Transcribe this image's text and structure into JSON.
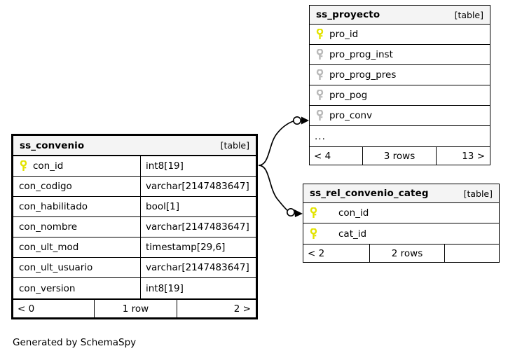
{
  "diagram": {
    "kind_label": "[table]",
    "footer_note": "Generated by SchemaSpy",
    "colors": {
      "primary_key": "#e3e300",
      "foreign_key": "#b8b8b8",
      "header_bg": "#f4f4f4",
      "border": "#000000",
      "background": "#ffffff"
    }
  },
  "tables": {
    "convenio": {
      "name": "ss_convenio",
      "kind": "[table]",
      "columns": [
        {
          "key": "primary",
          "name": "con_id",
          "type": "int8[19]"
        },
        {
          "key": "none",
          "name": "con_codigo",
          "type": "varchar[2147483647]"
        },
        {
          "key": "none",
          "name": "con_habilitado",
          "type": "bool[1]"
        },
        {
          "key": "none",
          "name": "con_nombre",
          "type": "varchar[2147483647]"
        },
        {
          "key": "none",
          "name": "con_ult_mod",
          "type": "timestamp[29,6]"
        },
        {
          "key": "none",
          "name": "con_ult_usuario",
          "type": "varchar[2147483647]"
        },
        {
          "key": "none",
          "name": "con_version",
          "type": "int8[19]"
        }
      ],
      "footer": {
        "left": "< 0",
        "center": "1 row",
        "right": "2 >"
      }
    },
    "proyecto": {
      "name": "ss_proyecto",
      "kind": "[table]",
      "columns": [
        {
          "key": "primary",
          "name": "pro_id",
          "type": ""
        },
        {
          "key": "foreign",
          "name": "pro_prog_inst",
          "type": ""
        },
        {
          "key": "foreign",
          "name": "pro_prog_pres",
          "type": ""
        },
        {
          "key": "foreign",
          "name": "pro_pog",
          "type": ""
        },
        {
          "key": "foreign",
          "name": "pro_conv",
          "type": ""
        }
      ],
      "more_label": "...",
      "footer": {
        "left": "< 4",
        "center": "3 rows",
        "right": "13 >"
      }
    },
    "rel_convenio_categ": {
      "name": "ss_rel_convenio_categ",
      "kind": "[table]",
      "columns": [
        {
          "key": "primary",
          "name": "con_id",
          "type": ""
        },
        {
          "key": "primary",
          "name": "cat_id",
          "type": ""
        }
      ],
      "footer": {
        "left": "< 2",
        "center": "2 rows",
        "right": ""
      }
    }
  },
  "relationships": [
    {
      "from": "ss_convenio.con_id",
      "to": "ss_proyecto.pro_conv"
    },
    {
      "from": "ss_convenio.con_id",
      "to": "ss_rel_convenio_categ.con_id"
    }
  ]
}
